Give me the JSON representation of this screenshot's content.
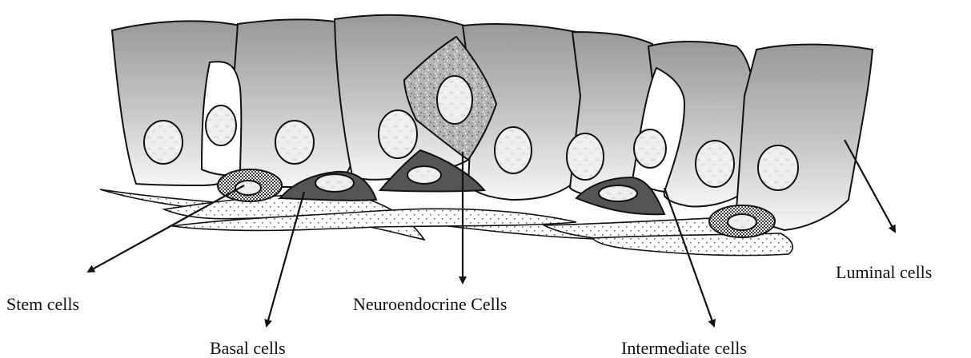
{
  "labels": {
    "stem": "Stem cells",
    "basal": "Basal cells",
    "neuroendocrine": "Neuroendocrine Cells",
    "intermediate": "Intermediate cells",
    "luminal": "Luminal cells"
  },
  "colors": {
    "luminal_top": "#9a9a9a",
    "luminal_bottom": "#f5f5f5",
    "basal_cell": "#555555",
    "nucleus": "#ededed",
    "outline": "#111111"
  }
}
